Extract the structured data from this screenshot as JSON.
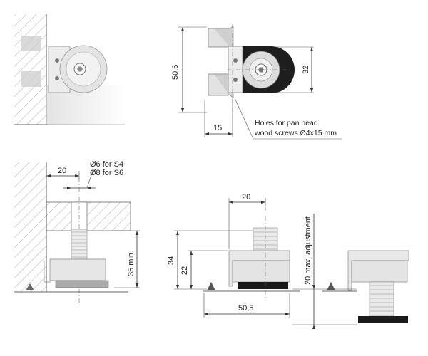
{
  "views": {
    "top_left": {},
    "top_right": {
      "dim_height": "50,6",
      "dim_inner": "32",
      "dim_width": "15",
      "note_line1": "Holes for pan head",
      "note_line2": "wood screws Ø4x15 mm"
    },
    "bottom_left": {
      "dim_offset": "20",
      "dim_hole_s4": "Ø6 for S4",
      "dim_hole_s6": "Ø8 for S6",
      "dim_min": "35 min."
    },
    "bottom_right": {
      "dim_top": "20",
      "dim_34": "34",
      "dim_22": "22",
      "dim_width": "50,5",
      "dim_adjust": "20 max. adjustment"
    }
  },
  "colors": {
    "hatch": "#9a9a9a",
    "part_light": "#e6e6e6",
    "part_mid": "#c8c8c8",
    "part_dark": "#1a1a1a",
    "cam": "#d8d8d8"
  }
}
